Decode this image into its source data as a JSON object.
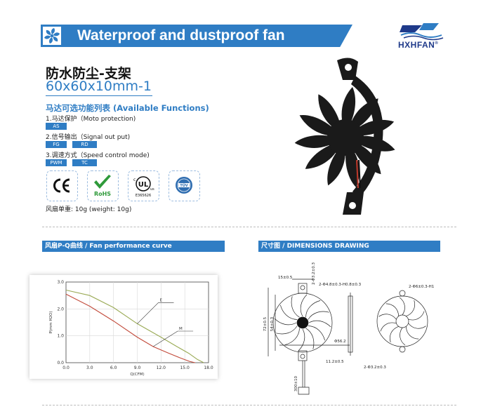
{
  "header": {
    "title": "Waterproof and dustproof fan",
    "brand": "HXHFAN",
    "brand_mark": "®",
    "accent": "#2f7dc4",
    "logo_color": "#1f3a8a"
  },
  "product": {
    "name_cn": "防水防尘-支架",
    "size": "60x60x10mm-1"
  },
  "functions": {
    "heading": "马达可选功能列表 (Available Functions)",
    "items": [
      {
        "label": "1.马达保护（Moto protection)",
        "tags": [
          "AS"
        ]
      },
      {
        "label": "2.信号输出（Signal out put)",
        "tags": [
          "FG",
          "RD"
        ]
      },
      {
        "label": "3.调速方式（Speed control mode)",
        "tags": [
          "PWM",
          "TC"
        ]
      }
    ]
  },
  "certifications": [
    {
      "name": "CE",
      "icon": "ce-mark-icon"
    },
    {
      "name": "RoHS",
      "icon": "rohs-check-icon"
    },
    {
      "name": "cULus",
      "icon": "ul-mark-icon",
      "file": "E365626"
    },
    {
      "name": "TÜV",
      "icon": "tuv-mark-icon"
    }
  ],
  "weight": "风扇单重: 10g (weight: 10g)",
  "sections": {
    "pq_cn": "风扇P-Q曲线",
    "pq_en": "Fan performance curve",
    "dim_cn": "尺寸图",
    "dim_en": "DIMENSIONS DRAWING"
  },
  "chart_data": {
    "type": "line",
    "title": "",
    "xlabel": "Q(CFM)",
    "ylabel": "P(mm H2O)",
    "xlim": [
      0,
      18
    ],
    "ylim": [
      0,
      3.0
    ],
    "x_ticks": [
      "0.0",
      "3.0",
      "6.0",
      "9.0",
      "12.0",
      "15.0",
      "18.0"
    ],
    "y_ticks": [
      "0.0",
      "1.0",
      "2.0",
      "3.0"
    ],
    "series": [
      {
        "name": "E",
        "color": "#9aaa55",
        "x": [
          0,
          3,
          6,
          9,
          12,
          14,
          15.5,
          16.6,
          17.4
        ],
        "y": [
          2.7,
          2.5,
          2.05,
          1.45,
          0.95,
          0.6,
          0.35,
          0.12,
          0.0
        ]
      },
      {
        "name": "M",
        "color": "#c24a3a",
        "x": [
          0,
          3,
          6,
          9,
          11,
          13,
          14.5,
          15.6,
          16.3
        ],
        "y": [
          2.55,
          2.1,
          1.55,
          0.95,
          0.6,
          0.35,
          0.17,
          0.05,
          0.0
        ]
      }
    ],
    "grid": true
  },
  "dimensions": {
    "labels": [
      "15±0.5",
      "2-Φ3.2±0.3",
      "2-Φ4.8±0.3-H0.8±0.3",
      "72±0.5",
      "54±0.3",
      "Φ56.2",
      "11.2±0.5",
      "300±10",
      "2-Φ6±0.3-H1",
      "2-Φ3.2±0.3"
    ]
  }
}
